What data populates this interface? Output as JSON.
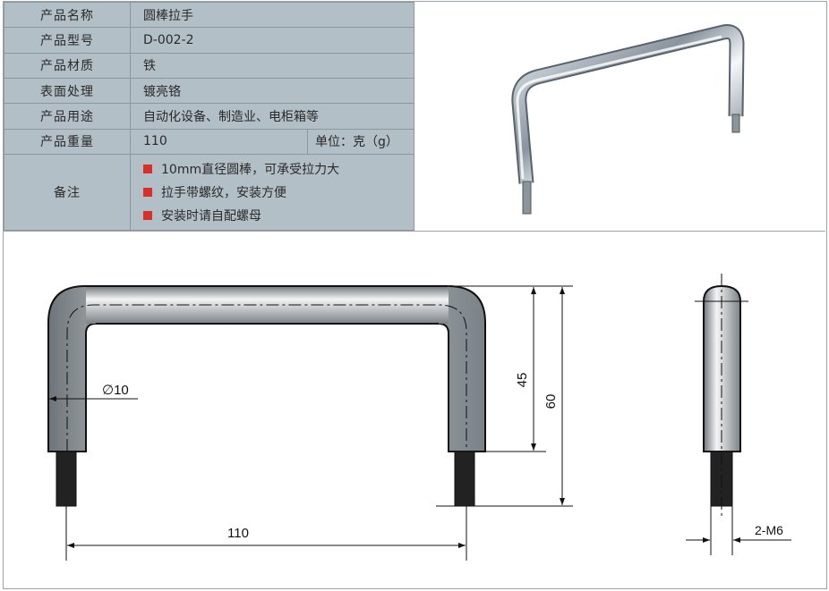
{
  "spec": {
    "rows": [
      {
        "label": "产品名称",
        "value": "圆棒拉手"
      },
      {
        "label": "产品型号",
        "value": "D-002-2"
      },
      {
        "label": "产品材质",
        "value": "铁"
      },
      {
        "label": "表面处理",
        "value": "镀亮铬"
      },
      {
        "label": "产品用途",
        "value": "自动化设备、制造业、电柜箱等"
      },
      {
        "label": "产品重量",
        "value": "110",
        "unit": "单位：克（g）"
      }
    ],
    "notes_label": "备注",
    "notes": [
      "10mm直径圆棒，可承受拉力大",
      "拉手带螺纹，安装方便",
      "安装时请自配螺母"
    ],
    "bullet_color": "#d5302a"
  },
  "drawing": {
    "diameter": "∅10",
    "height_inner": "45",
    "height_total": "60",
    "width": "110",
    "thread": "2-M6"
  }
}
